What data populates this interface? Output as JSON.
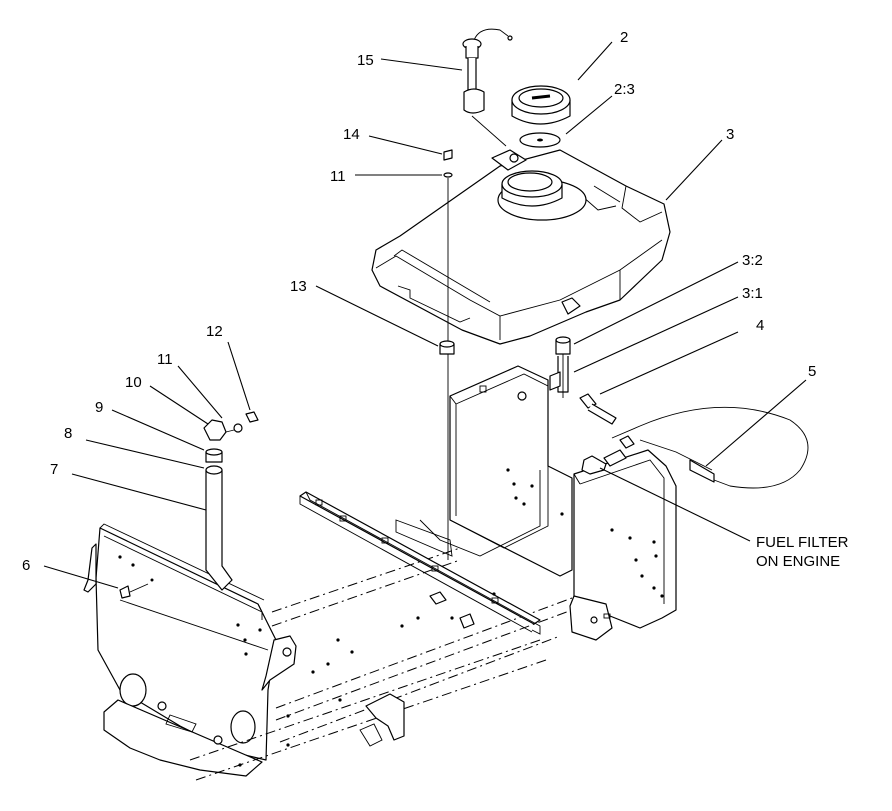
{
  "callouts": [
    {
      "id": "c15",
      "text": "15"
    },
    {
      "id": "c2",
      "text": "2"
    },
    {
      "id": "c23",
      "text": "2:3"
    },
    {
      "id": "c14",
      "text": "14"
    },
    {
      "id": "c11a",
      "text": "11"
    },
    {
      "id": "c3",
      "text": "3"
    },
    {
      "id": "c13",
      "text": "13"
    },
    {
      "id": "c32",
      "text": "3:2"
    },
    {
      "id": "c31",
      "text": "3:1"
    },
    {
      "id": "c4",
      "text": "4"
    },
    {
      "id": "c5",
      "text": "5"
    },
    {
      "id": "c12",
      "text": "12"
    },
    {
      "id": "c11b",
      "text": "11"
    },
    {
      "id": "c10",
      "text": "10"
    },
    {
      "id": "c9",
      "text": "9"
    },
    {
      "id": "c8",
      "text": "8"
    },
    {
      "id": "c7",
      "text": "7"
    },
    {
      "id": "c6",
      "text": "6"
    }
  ],
  "note": {
    "line1": "FUEL FILTER",
    "line2": "ON ENGINE"
  }
}
